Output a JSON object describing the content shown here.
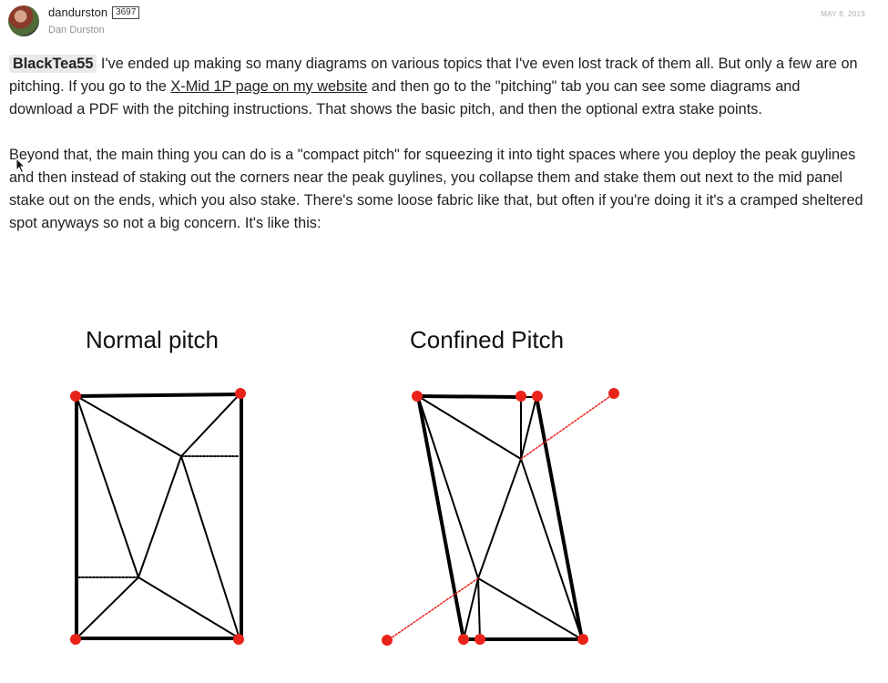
{
  "post": {
    "username": "dandurston",
    "trust_badge": "3697",
    "full_name": "Dan Durston",
    "date": "MAY 8, 2019",
    "mention": "BlackTea55",
    "paragraph1_a": " I've ended up making so many diagrams on various topics that I've even lost track of them all. But only a few are on pitching. If you go to the ",
    "link_text": "X-Mid 1P page on my website",
    "paragraph1_b": " and then go to the \"pitching\" tab you can see some diagrams and download a PDF with the pitching instructions. That shows the basic pitch, and then the optional extra stake points.",
    "paragraph2": "Beyond that, the main thing you can do is a \"compact pitch\" for squeezing it into tight spaces where you deploy the peak guylines and then instead of staking out the corners near the peak guylines, you collapse them and stake them out next to the mid panel stake out on the ends, which you also stake. There's some loose fabric like that, but often if you're doing it it's a cramped sheltered spot anyways so not a big concern. It's like this:"
  },
  "diagram": {
    "left_title": "Normal pitch",
    "right_title": "Confined Pitch",
    "stake_color": "#e8241a"
  }
}
